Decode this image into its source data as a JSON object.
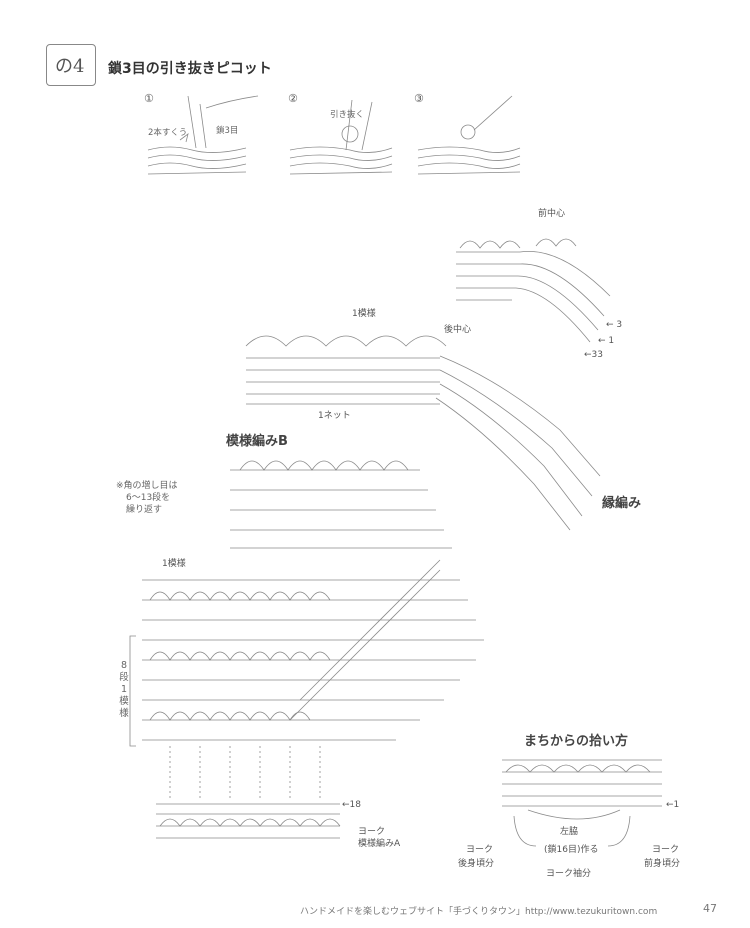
{
  "header": {
    "badge_glyph": "の4",
    "title": "鎖3目の引き抜きピコット"
  },
  "steps": [
    {
      "num": "①",
      "annot_left": "2本すくう",
      "annot_right": "鎖3目"
    },
    {
      "num": "②",
      "annot": "引き抜く"
    },
    {
      "num": "③"
    }
  ],
  "labels": {
    "front_center": "前中心",
    "back_center": "後中心",
    "one_pattern_top": "1模様",
    "one_net": "1ネット",
    "pattern_b": "模様編みB",
    "edging": "縁編み",
    "corner_note": [
      "※角の増し目は",
      "6〜13段を",
      "繰り返す"
    ],
    "one_pattern_left": "1模様",
    "repeat_side": "8段1模様",
    "row_18": "←18",
    "yoke_a_1": "ヨーク",
    "yoke_a_2": "模様編みA",
    "arrow_3": "← 3",
    "arrow_1_top": "← 1",
    "arrow_33": "←33"
  },
  "pickup": {
    "title": "まちからの拾い方",
    "row1": "←1",
    "center_1": "左脇",
    "center_2": "(鎖16目)作る",
    "left_1": "ヨーク",
    "left_2": "後身頃分",
    "right_1": "ヨーク",
    "right_2": "前身頃分",
    "bottom": "ヨーク袖分"
  },
  "footer": {
    "text": "ハンドメイドを楽しむウェブサイト「手づくりタウン」http://www.tezukuritown.com",
    "page": "47"
  }
}
